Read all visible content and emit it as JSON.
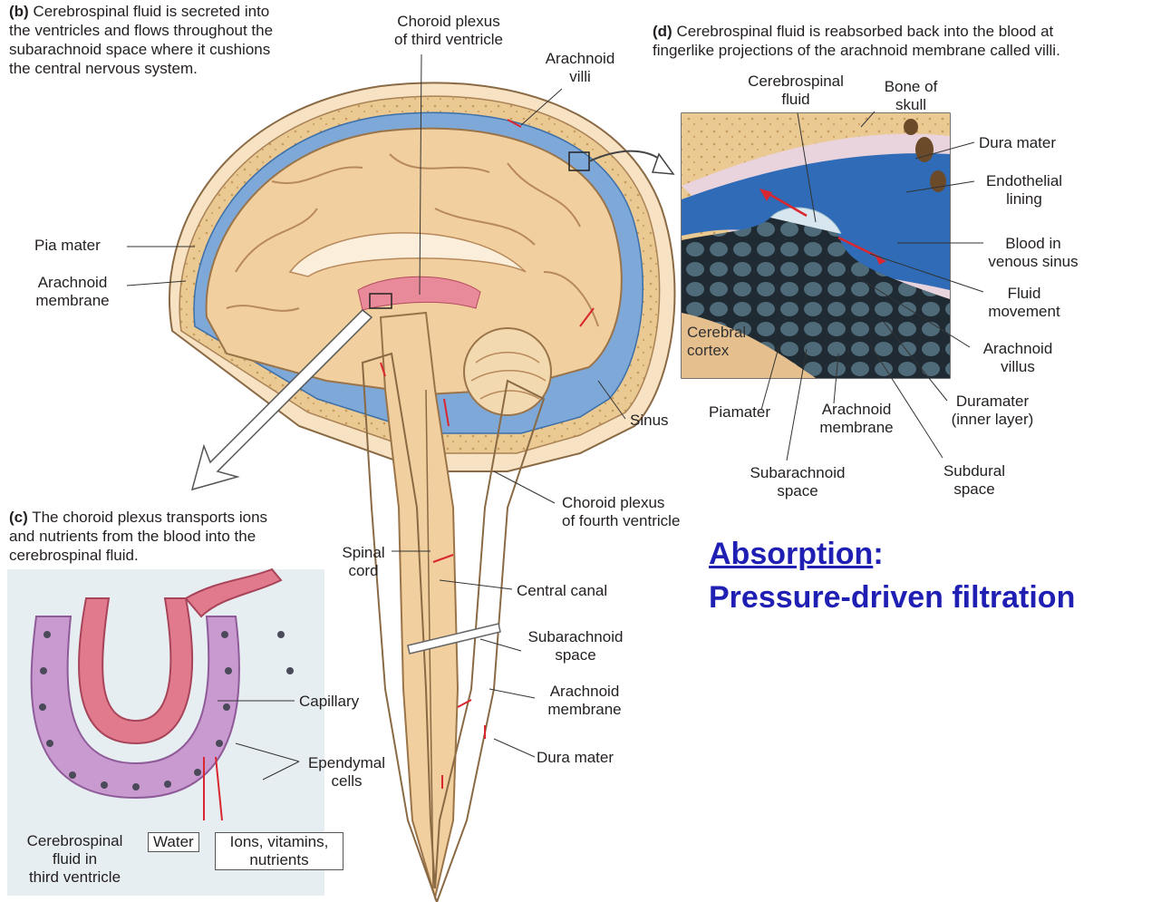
{
  "captions": {
    "b_letter": "(b)",
    "b_lines": [
      "Cerebrospinal fluid is secreted into",
      "the ventricles and flows throughout the",
      "subarachnoid space where it cushions",
      "the central nervous system."
    ],
    "c_letter": "(c)",
    "c_lines": [
      "The choroid plexus transports ions",
      "and nutrients from the blood into the",
      "cerebrospinal fluid."
    ],
    "d_letter": "(d)",
    "d_lines": [
      "Cerebrospinal fluid is reabsorbed back into the blood at",
      "fingerlike projections of the arachnoid membrane called villi."
    ]
  },
  "labels_b": {
    "choroid_plexus_third": [
      "Choroid plexus",
      "of third ventricle"
    ],
    "arachnoid_villi": [
      "Arachnoid",
      "villi"
    ],
    "pia_mater": "Pia mater",
    "arachnoid_membrane": [
      "Arachnoid",
      "membrane"
    ],
    "sinus": "Sinus",
    "choroid_plexus_fourth": [
      "Choroid plexus",
      "of fourth ventricle"
    ],
    "spinal_cord": [
      "Spinal",
      "cord"
    ],
    "central_canal": "Central canal",
    "subarachnoid_space": [
      "Subarachnoid",
      "space"
    ],
    "arachnoid_membrane_2": [
      "Arachnoid",
      "membrane"
    ],
    "dura_mater": "Dura mater"
  },
  "labels_c": {
    "capillary": "Capillary",
    "ependymal_cells": [
      "Ependymal",
      "cells"
    ],
    "csf": [
      "Cerebrospinal",
      "fluid in",
      "third ventricle"
    ],
    "water": "Water",
    "ions": [
      "Ions, vitamins,",
      "nutrients"
    ]
  },
  "labels_d": {
    "csf": [
      "Cerebrospinal",
      "fluid"
    ],
    "bone": [
      "Bone of",
      "skull"
    ],
    "dura_mater": "Dura mater",
    "endothelial": [
      "Endothelial",
      "lining"
    ],
    "blood_sinus": [
      "Blood in",
      "venous sinus"
    ],
    "fluid_movement": [
      "Fluid",
      "movement"
    ],
    "arachnoid_villus": [
      "Arachnoid",
      "villus"
    ],
    "cerebral_cortex": [
      "Cerebral",
      "cortex"
    ],
    "piamater": "Piamater",
    "arachnoid_membrane": [
      "Arachnoid",
      "membrane"
    ],
    "duramater_inner": [
      "Duramater",
      "(inner layer)"
    ],
    "subarachnoid_space": [
      "Subarachnoid",
      "space"
    ],
    "subdural_space": [
      "Subdural",
      "space"
    ]
  },
  "headline": {
    "absorption": "Absorption",
    "colon": ":",
    "subtitle": "Pressure-driven filtration"
  },
  "colors": {
    "headline": "#1f1fb4",
    "csf_blue": "#7ea8d8",
    "brain_tan": "#f1cf9f",
    "tissue_pink": "#e07a8c",
    "bone": "#e9c68f"
  }
}
